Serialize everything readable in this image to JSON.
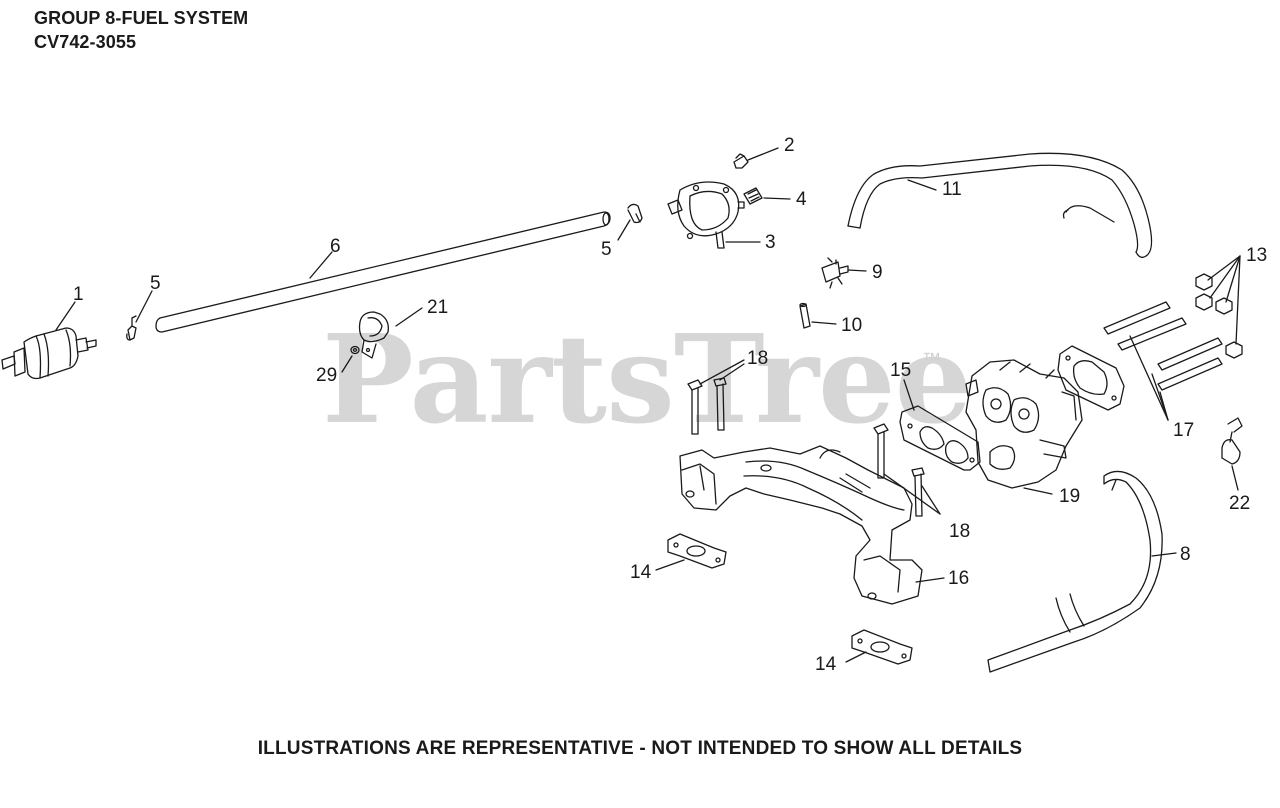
{
  "header": {
    "title": "GROUP 8-FUEL SYSTEM",
    "model": "CV742-3055"
  },
  "watermark": {
    "brand": "PartsTree",
    "trademark": "™"
  },
  "footer": {
    "disclaimer": "ILLUSTRATIONS ARE REPRESENTATIVE - NOT INTENDED TO SHOW ALL DETAILS"
  },
  "callouts": {
    "c1": "1",
    "c2": "2",
    "c3": "3",
    "c4": "4",
    "c5a": "5",
    "c5b": "5",
    "c6": "6",
    "c8": "8",
    "c9": "9",
    "c10": "10",
    "c11": "11",
    "c13": "13",
    "c14a": "14",
    "c14b": "14",
    "c15": "15",
    "c16": "16",
    "c17": "17",
    "c18a": "18",
    "c18b": "18",
    "c19": "19",
    "c21": "21",
    "c22": "22",
    "c29": "29"
  },
  "colors": {
    "line": "#1a1a1a",
    "watermark": "#d6d6d6"
  }
}
